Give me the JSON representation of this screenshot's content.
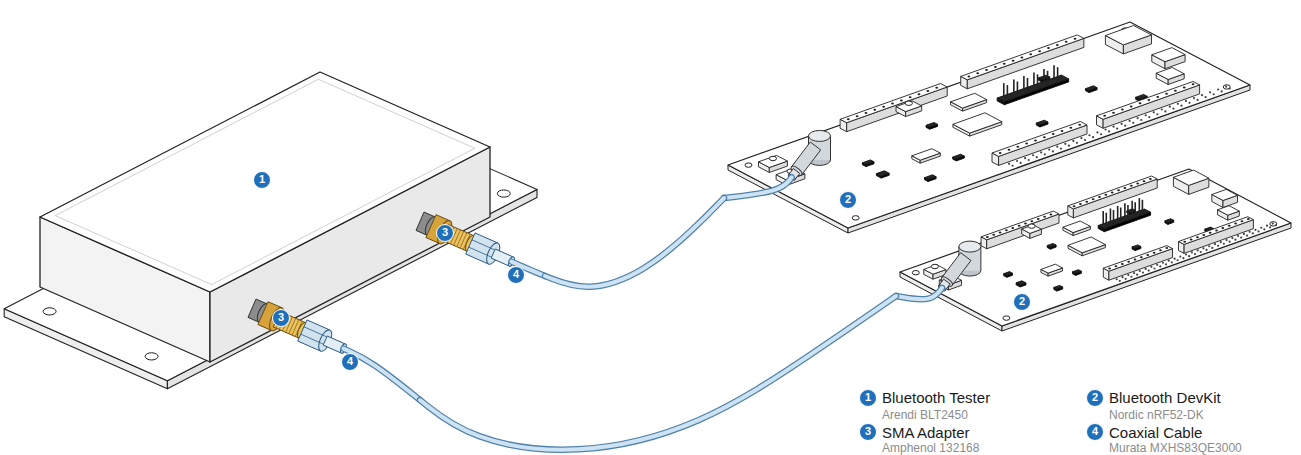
{
  "diagram": {
    "nodes": [
      {
        "text": [
          "1"
        ]
      },
      {
        "text": [
          "2"
        ]
      },
      {
        "text": [
          "2"
        ]
      }
    ],
    "edges": [
      {
        "from": 0,
        "to": 1,
        "arrow": "none"
      },
      {
        "from": 0,
        "to": 2,
        "arrow": "none"
      }
    ],
    "labels": [
      "3",
      "4",
      "3",
      "4",
      "1",
      "Arendi BLT2450",
      "2",
      "Nordic nRF52-DK",
      "3",
      "Amphenol 132168",
      "4",
      "Murata MXHS83QE3000"
    ],
    "legend": [
      {
        "text": "Bluetooth Tester"
      },
      {
        "text": "Bluetooth DevKit"
      },
      {
        "text": "SMA Adapter"
      },
      {
        "text": "Coaxial Cable"
      }
    ]
  }
}
